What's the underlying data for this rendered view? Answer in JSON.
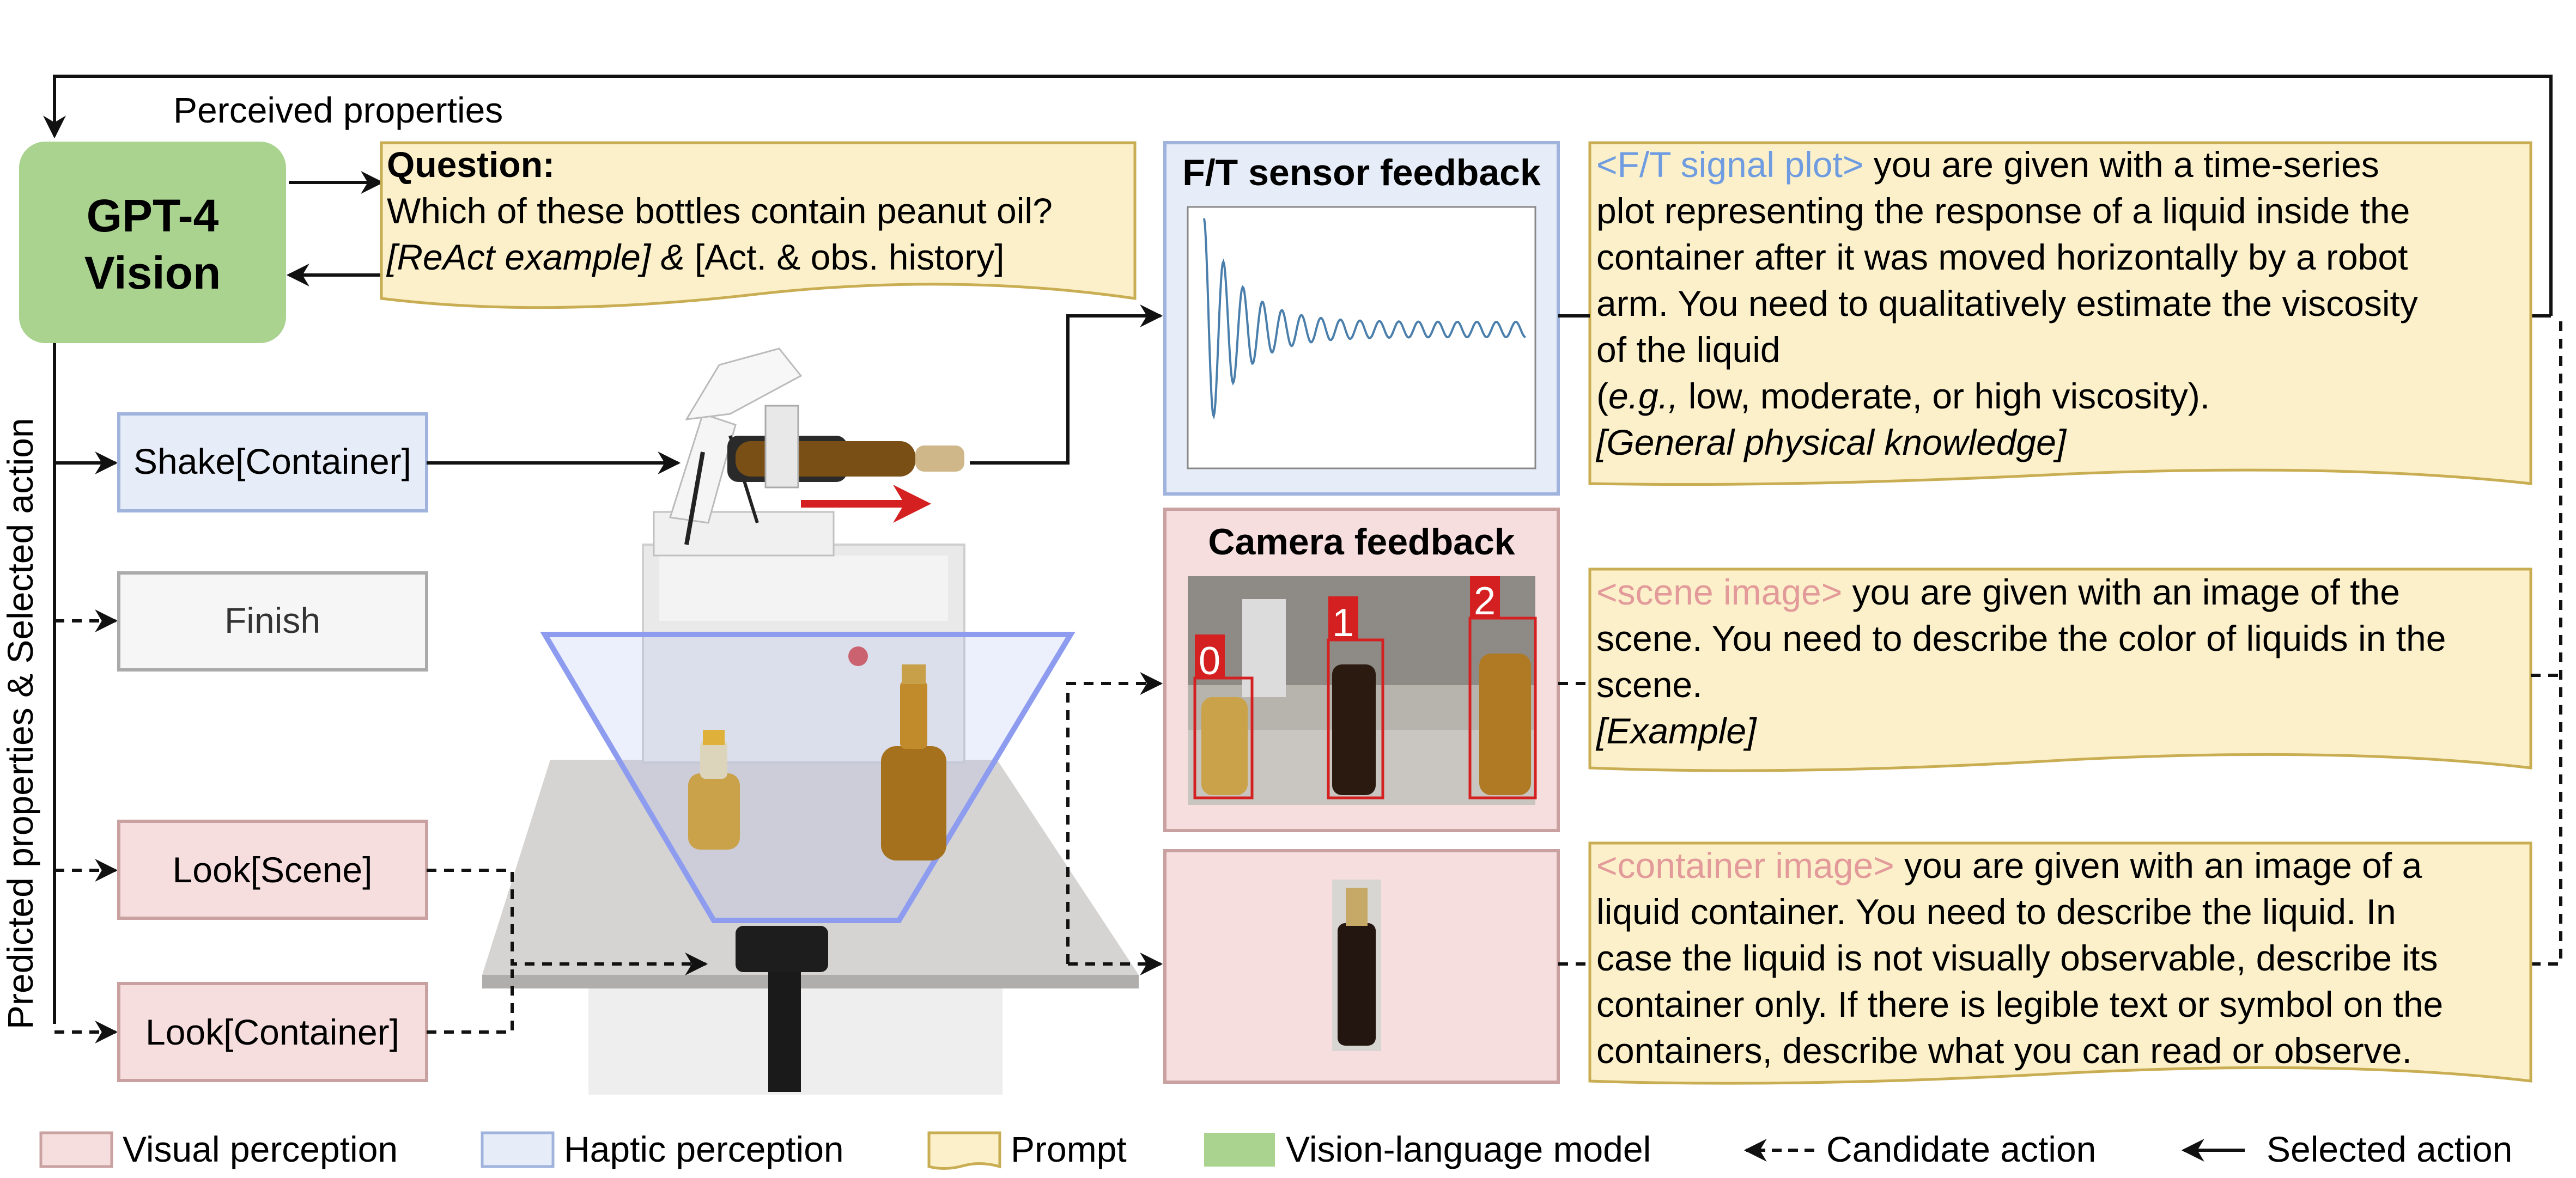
{
  "diagram": {
    "perceived_label": "Perceived properties",
    "predicted_label": "Predicted properties & Selected action",
    "gpt": {
      "line1": "GPT-4",
      "line2": "Vision",
      "color": "#a9d38f"
    },
    "question": {
      "title": "Question:",
      "line1": "Which of these bottles contain peanut oil?",
      "line2_italic": "[ReAct example] &",
      "line2_plain": " [Act. & obs. history]"
    },
    "actions": {
      "shake": "Shake[Container]",
      "finish": "Finish",
      "look_scene": "Look[Scene]",
      "look_container": "Look[Container]"
    },
    "ft_panel": {
      "title": "F/T sensor feedback"
    },
    "camera_panel": {
      "title": "Camera feedback",
      "box_labels": [
        "0",
        "1",
        "2"
      ]
    },
    "prompt_ft": {
      "tag": "<F/T signal plot>",
      "line1": " you are given with a time-series",
      "line2": "plot representing the response of a liquid inside the",
      "line3": "container after it was moved horizontally by a robot",
      "line4": "arm. You need to qualitatively estimate the viscosity",
      "line5": "of the liquid",
      "line6_italic": "e.g.,",
      "line6_rest": " low, moderate, or high viscosity).",
      "line6_open": "(",
      "line7": "[General physical knowledge]"
    },
    "prompt_scene": {
      "tag": "<scene image>",
      "line1": " you are given with an image of the",
      "line2": "scene. You need to describe the color of liquids in the",
      "line3": "scene.",
      "line4": "[Example]"
    },
    "prompt_container": {
      "tag": "<container image>",
      "line1": " you are given with an image of a",
      "line2": "liquid container. You need to describe the liquid. In",
      "line3": "case the liquid is not visually observable, describe its",
      "line4": "container only. If there is legible text or symbol on the",
      "line5": "containers, describe what you can read or observe."
    },
    "legend": {
      "visual": "Visual perception",
      "haptic": "Haptic perception",
      "prompt": "Prompt",
      "vlm": "Vision-language model",
      "candidate": "Candidate action",
      "selected": "Selected action"
    },
    "colors": {
      "visual_fill": "#f7dede",
      "visual_stroke": "#c9a1a1",
      "haptic_fill": "#e6ecf8",
      "haptic_stroke": "#9fb3dd",
      "prompt_fill": "#fbf0c9",
      "prompt_stroke": "#c9ad52",
      "vlm_fill": "#a9d38f",
      "tag_ft": "#6f9ce0",
      "tag_pink": "#e39a9a"
    }
  }
}
